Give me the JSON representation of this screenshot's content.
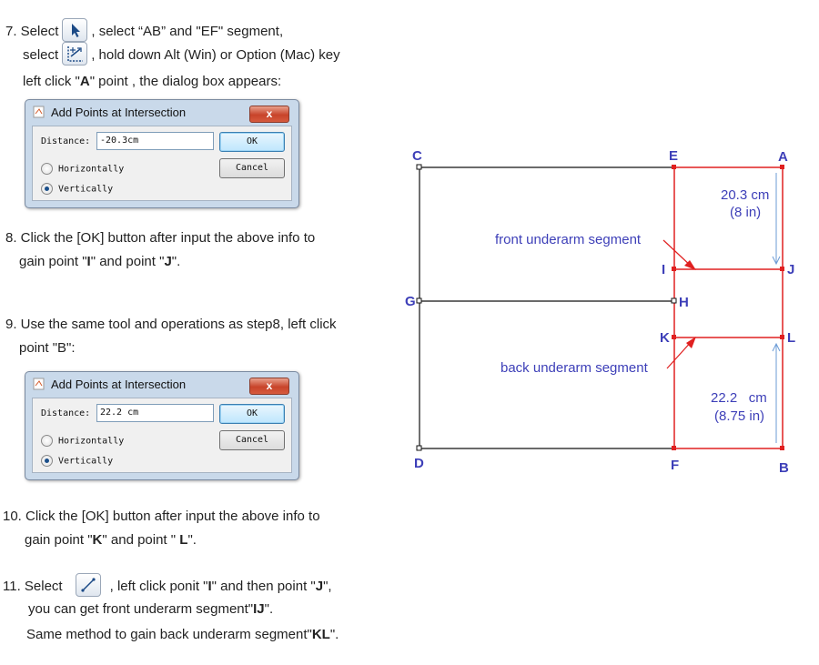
{
  "colors": {
    "accent_red": "#e02020",
    "label_blue": "#3d3fb8",
    "annotation_blue": "#6b9bd6",
    "outline_black": "#111111"
  },
  "icons": {
    "arrow_select": "arrow-cursor-icon",
    "intersection_tool": "intersection-points-icon",
    "line_tool": "line-segment-icon"
  },
  "step7": {
    "line1_pre": "7. Select",
    "line1_post": ", select “AB” and \"EF\" segment,",
    "line2_pre": "select",
    "line2_post": ", hold down Alt (Win) or Option (Mac) key",
    "line3_pre": "left click \"",
    "line3_point": "A",
    "line3_post": "\" point , the dialog box appears:"
  },
  "dialog1": {
    "title": "Add Points at Intersection",
    "close": "x",
    "distance_label": "Distance:",
    "distance_value": "-20.3cm",
    "ok": "OK",
    "cancel": "Cancel",
    "horizontally": "Horizontally",
    "vertically": "Vertically",
    "selected": "Vertically"
  },
  "step8": {
    "line1": "8. Click the [OK] button after input the above info to",
    "line2_pre": "gain point \"",
    "line2_p1": "I",
    "line2_mid": "\" and point \"",
    "line2_p2": "J",
    "line2_post": "\"."
  },
  "step9": {
    "line1": "9. Use the same tool and operations as step8, left click",
    "line2": "point \"B\":"
  },
  "dialog2": {
    "title": "Add Points at Intersection",
    "close": "x",
    "distance_label": "Distance:",
    "distance_value": "22.2  cm",
    "ok": "OK",
    "cancel": "Cancel",
    "horizontally": "Horizontally",
    "vertically": "Vertically",
    "selected": "Vertically"
  },
  "step10": {
    "line1": "10. Click the [OK] button after input the above info to",
    "line2_pre": "gain point \"",
    "line2_p1": "K",
    "line2_mid": "\" and point \" ",
    "line2_p2": "L",
    "line2_post": "\"."
  },
  "step11": {
    "line1_pre": "11. Select",
    "line1_post_a": ", left click ponit \"",
    "line1_p1": "I",
    "line1_post_b": "\" and then point  \"",
    "line1_p2": "J",
    "line1_post_c": "\",",
    "line2_pre": "you can get front underarm segment\"",
    "line2_seg": "IJ",
    "line2_post": "\".",
    "line3_pre": "Same method to gain back underarm segment\"",
    "line3_seg": "KL",
    "line3_post": "\"."
  },
  "diagram": {
    "points": {
      "A": "A",
      "B": "B",
      "C": "C",
      "D": "D",
      "E": "E",
      "F": "F",
      "G": "G",
      "H": "H",
      "I": "I",
      "J": "J",
      "K": "K",
      "L": "L"
    },
    "front_label": "front underarm segment",
    "back_label": "back underarm segment",
    "top_measure_1": "20.3 cm",
    "top_measure_2": "(8 in)",
    "bottom_measure_1": "22.2   cm",
    "bottom_measure_2": "(8.75 in)"
  }
}
